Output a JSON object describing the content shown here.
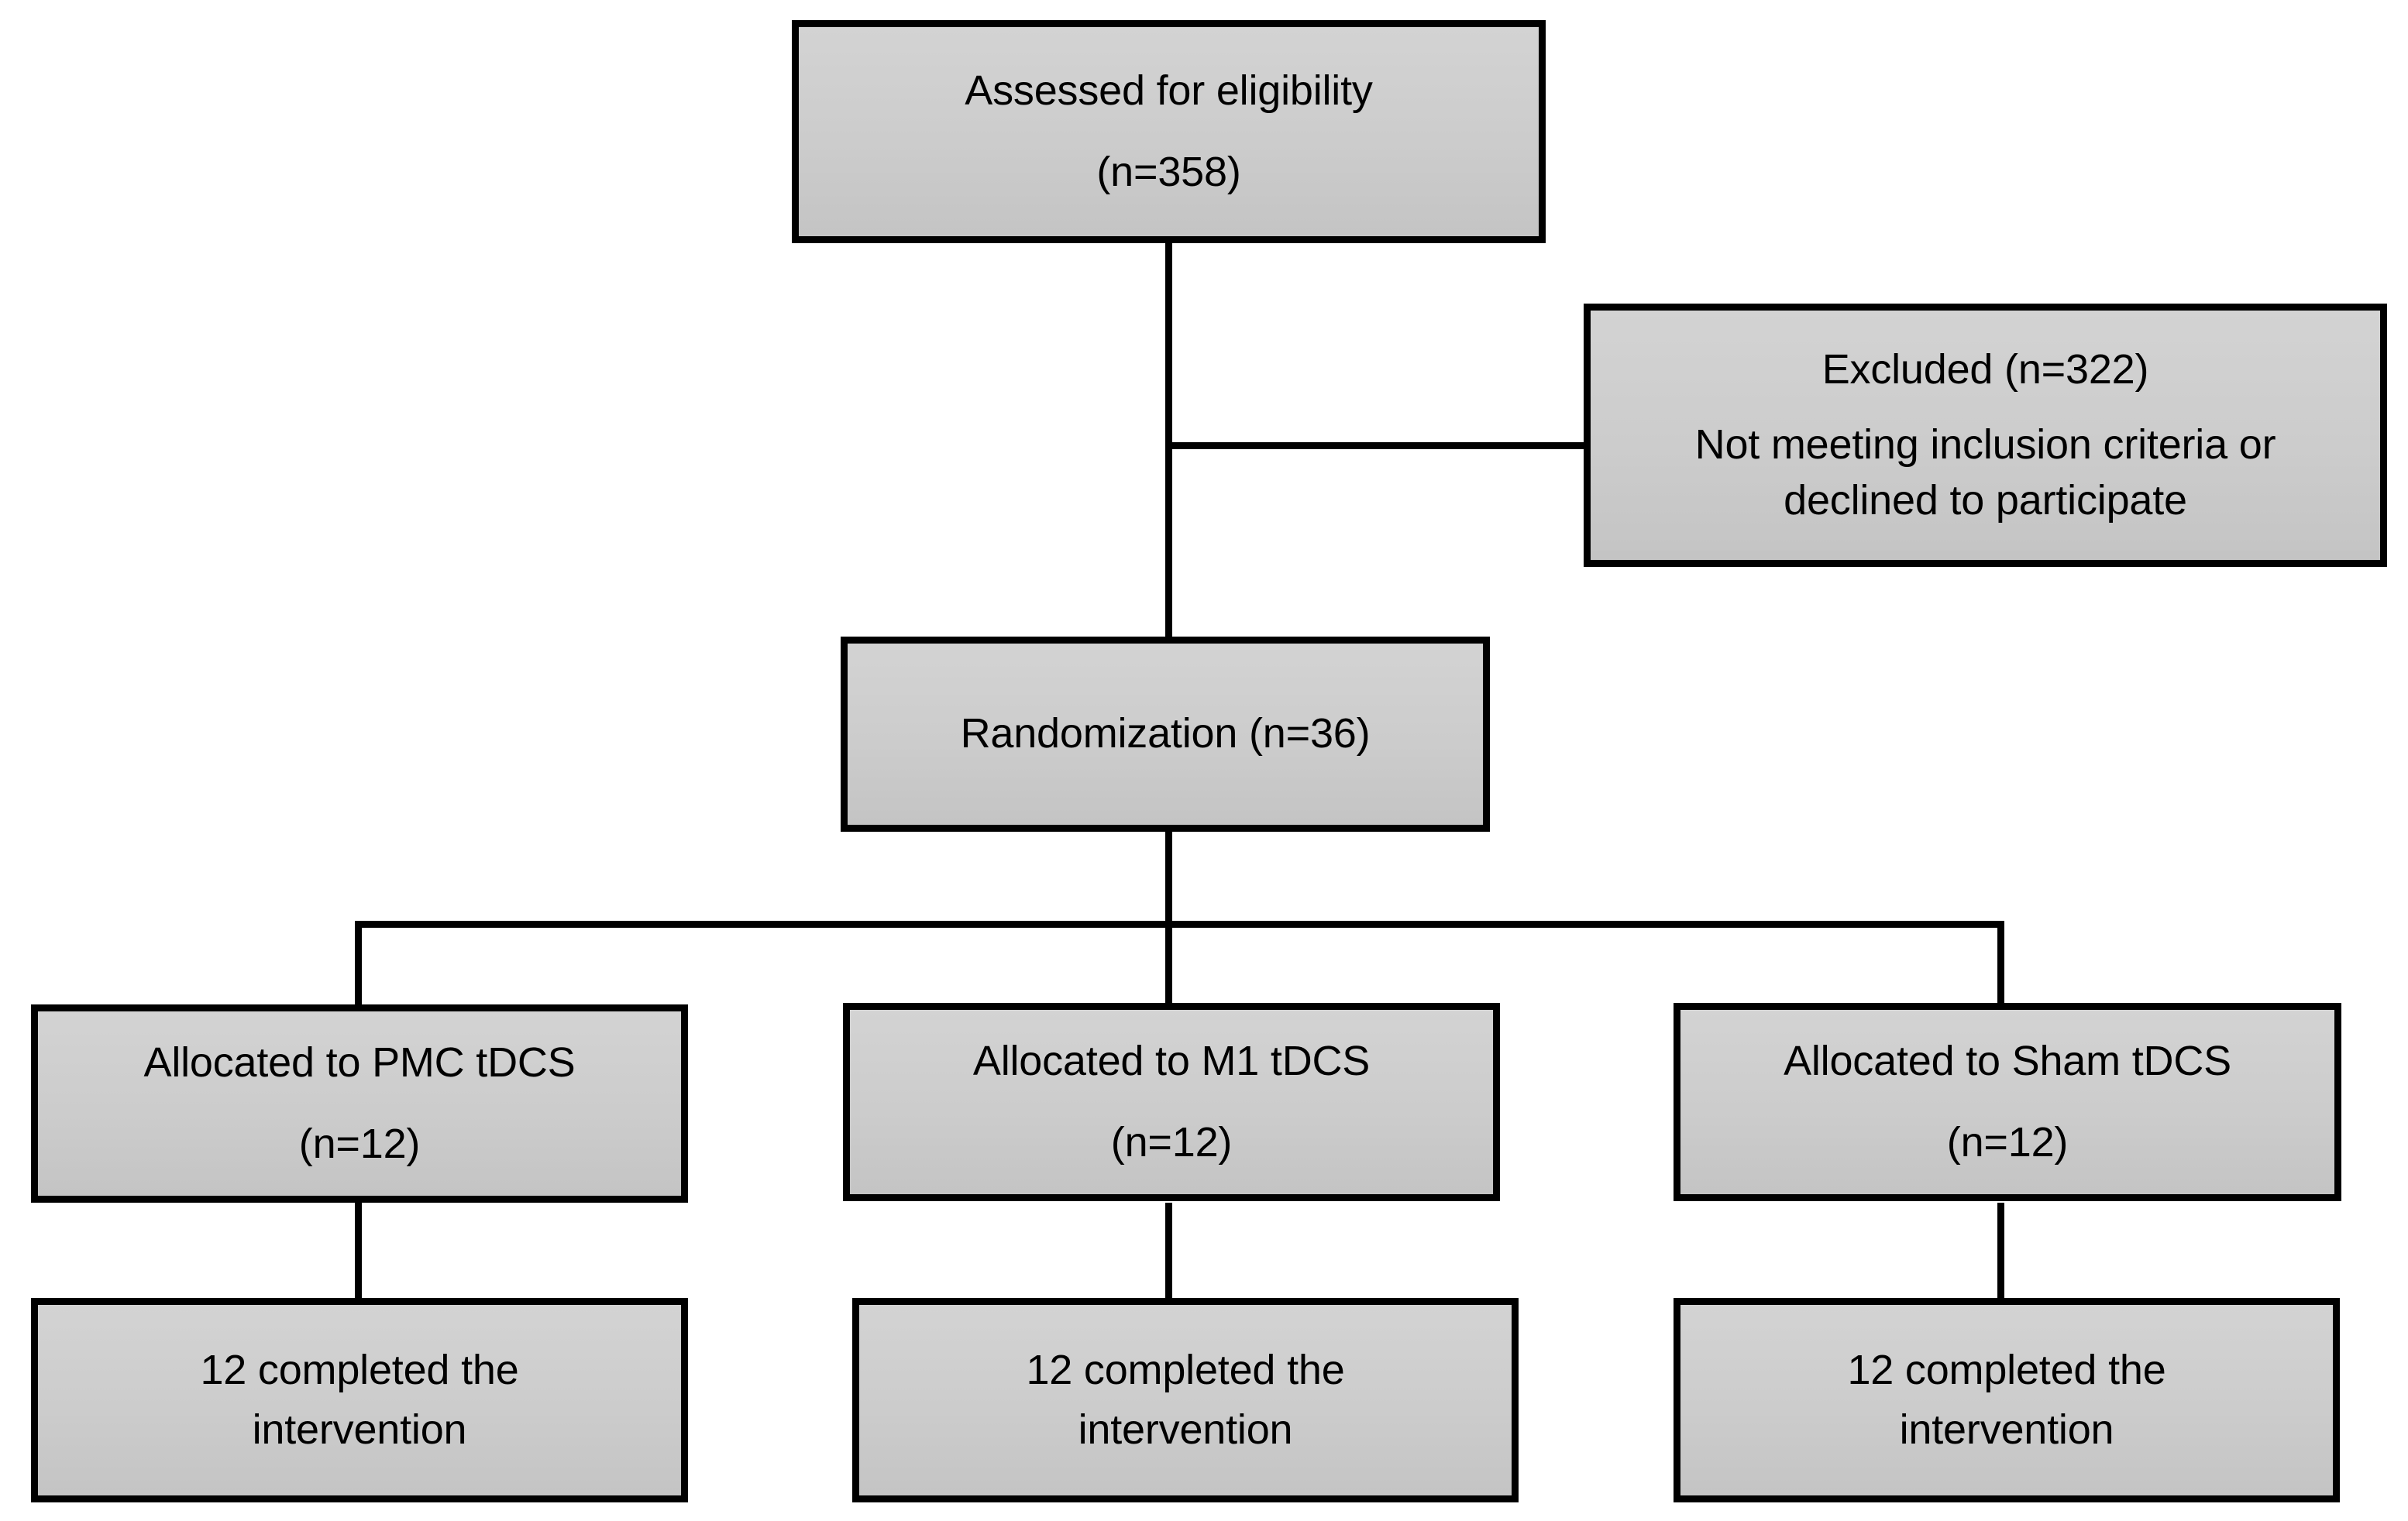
{
  "diagram": {
    "title": "CONSORT participant flow diagram",
    "type": "flowchart",
    "colors": {
      "box_fill": "#cccccc",
      "box_border": "#000000",
      "connector": "#000000",
      "background": "#ffffff",
      "text": "#000000"
    },
    "nodes": {
      "eligibility": {
        "line1": "Assessed for eligibility",
        "line2": "(n=358)"
      },
      "excluded": {
        "line1": "Excluded (n=322)",
        "line2": "Not meeting inclusion criteria or declined to participate"
      },
      "randomization": {
        "line1": "Randomization (n=36)"
      },
      "allocated_pmc": {
        "line1": "Allocated to PMC tDCS",
        "line2": "(n=12)"
      },
      "allocated_m1": {
        "line1": "Allocated to M1 tDCS",
        "line2": "(n=12)"
      },
      "allocated_sham": {
        "line1": "Allocated to Sham tDCS",
        "line2": "(n=12)"
      },
      "completed_pmc": {
        "line1": "12 completed the",
        "line2": "intervention"
      },
      "completed_m1": {
        "line1": "12 completed the",
        "line2": "intervention"
      },
      "completed_sham": {
        "line1": "12 completed the",
        "line2": "intervention"
      }
    }
  }
}
